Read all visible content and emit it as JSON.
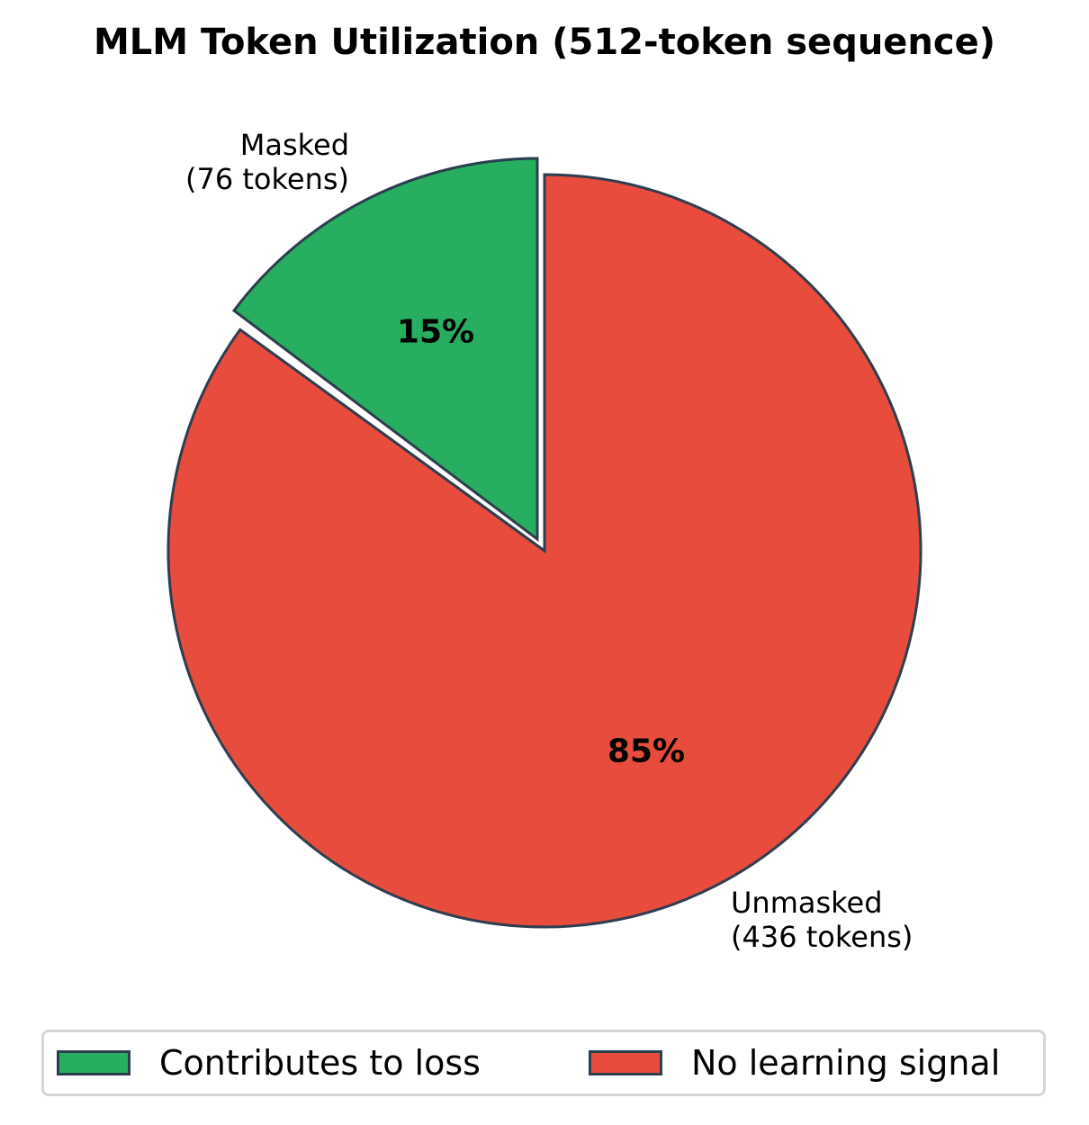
{
  "chart_data": {
    "type": "pie",
    "title": "MLM Token Utilization (512-token sequence)",
    "categories": [
      "Masked",
      "Unmasked"
    ],
    "values": [
      76,
      436
    ],
    "percentages": [
      15,
      85
    ],
    "labels": [
      "Masked\n(76 tokens)",
      "Unmasked\n(436 tokens)"
    ],
    "colors": [
      "#27ae60",
      "#e74c3c"
    ],
    "edge_color": "#2c3e50",
    "explode": [
      0.05,
      0
    ],
    "start_angle": 90,
    "legend": {
      "entries": [
        "Contributes to loss",
        "No learning signal"
      ],
      "position": "lower center",
      "ncol": 2
    }
  },
  "title": "MLM Token Utilization (512-token sequence)",
  "slices": {
    "masked": {
      "name": "Masked",
      "count": "(76 tokens)",
      "pct": "15%",
      "color": "#27ae60"
    },
    "unmasked": {
      "name": "Unmasked",
      "count": "(436 tokens)",
      "pct": "85%",
      "color": "#e74c3c"
    }
  },
  "legend": {
    "items": [
      {
        "label": "Contributes to loss",
        "color": "#27ae60"
      },
      {
        "label": "No learning signal",
        "color": "#e74c3c"
      }
    ]
  }
}
